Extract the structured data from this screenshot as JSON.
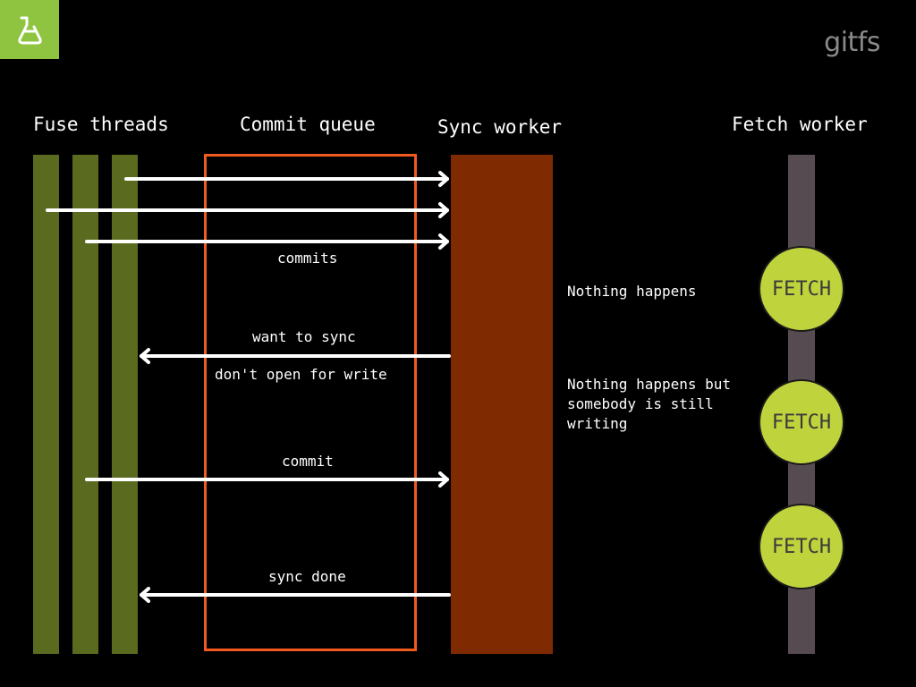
{
  "brand": "gitfs",
  "logo_icon": "flask-icon",
  "colors": {
    "background": "#000000",
    "logo_bg": "#8fc440",
    "thread_lane": "#5a6b1f",
    "queue_border": "#f15a1f",
    "sync_lane": "#7f2a00",
    "fetch_lane": "#564b51",
    "fetch_circle": "#bfd33d",
    "arrow": "#ffffff"
  },
  "headers": {
    "fuse_threads": "Fuse threads",
    "commit_queue": "Commit queue",
    "sync_worker": "Sync worker",
    "fetch_worker": "Fetch worker"
  },
  "messages": {
    "commits": "commits",
    "want_to_sync": "want to sync",
    "dont_open": "don't open for write",
    "commit": "commit",
    "sync_done": "sync done"
  },
  "notes": {
    "nothing_happens": "Nothing happens",
    "nothing_happens_but": "Nothing happens but\nsomebody is still\nwriting"
  },
  "fetch_labels": [
    "FETCH",
    "FETCH",
    "FETCH"
  ]
}
